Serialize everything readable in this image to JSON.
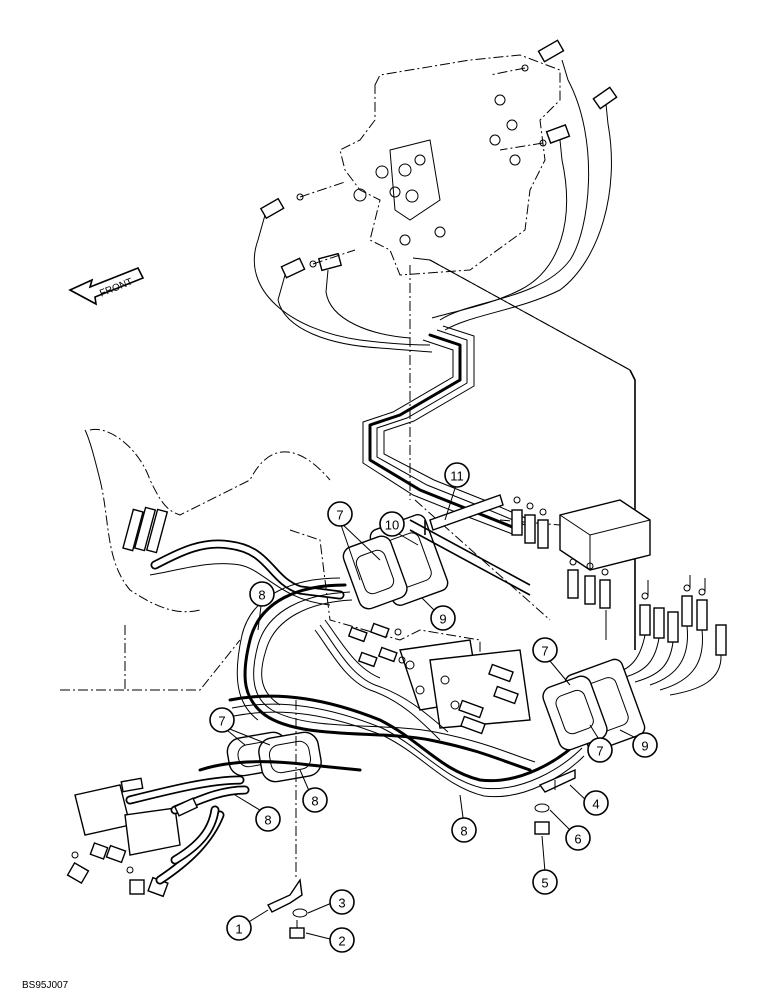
{
  "front_label": "FRONT",
  "drawing_code": "BS95J007",
  "callouts": [
    {
      "number": "1"
    },
    {
      "number": "2"
    },
    {
      "number": "3"
    },
    {
      "number": "4"
    },
    {
      "number": "5"
    },
    {
      "number": "6"
    },
    {
      "number": "7"
    },
    {
      "number": "7"
    },
    {
      "number": "7"
    },
    {
      "number": "7"
    },
    {
      "number": "7"
    },
    {
      "number": "8"
    },
    {
      "number": "8"
    },
    {
      "number": "8"
    },
    {
      "number": "8"
    },
    {
      "number": "9"
    },
    {
      "number": "9"
    },
    {
      "number": "10"
    },
    {
      "number": "11"
    }
  ]
}
